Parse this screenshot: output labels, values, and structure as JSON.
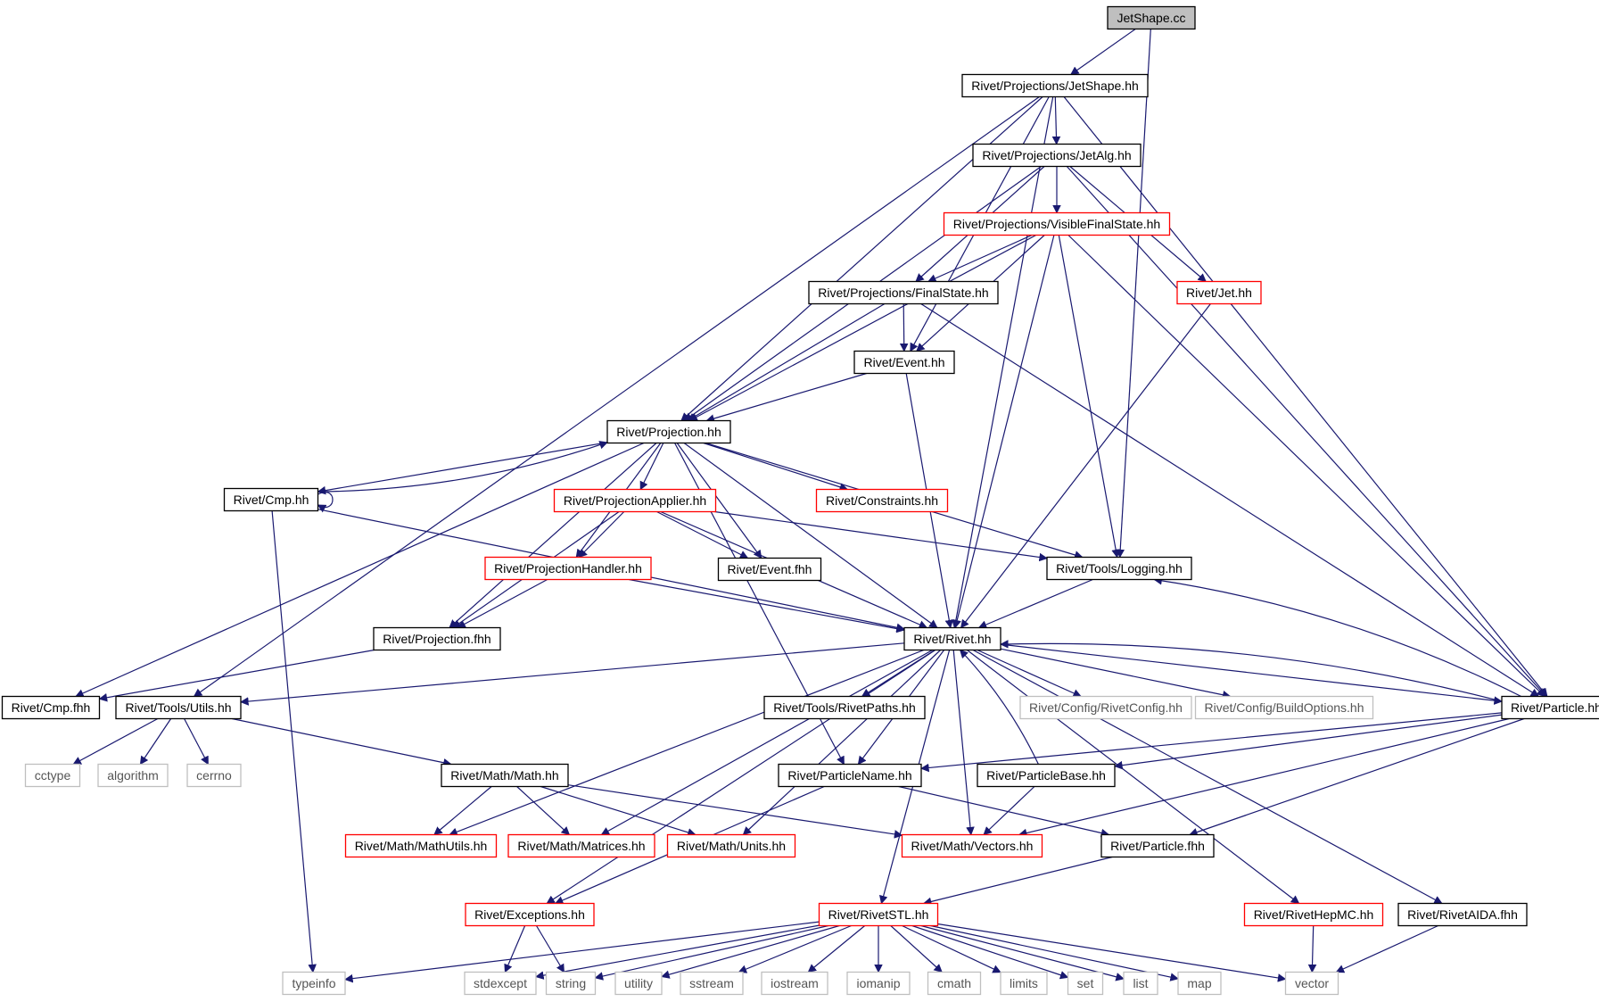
{
  "colors": {
    "edge": "#191970",
    "root_fill": "#bfbfbf",
    "documented_border": "#000000",
    "truncated_border": "#ff0000",
    "external_border": "#bfbfbf",
    "external_text": "#555555"
  },
  "nodes": [
    {
      "id": "jetshape_cc",
      "label": "JetShape.cc",
      "kind": "root"
    },
    {
      "id": "proj_jetshape_hh",
      "label": "Rivet/Projections/JetShape.hh",
      "kind": "documented"
    },
    {
      "id": "proj_jetalg_hh",
      "label": "Rivet/Projections/JetAlg.hh",
      "kind": "documented"
    },
    {
      "id": "proj_visiblefinalstate_hh",
      "label": "Rivet/Projections/VisibleFinalState.hh",
      "kind": "truncated"
    },
    {
      "id": "jet_hh",
      "label": "Rivet/Jet.hh",
      "kind": "truncated"
    },
    {
      "id": "proj_finalstate_hh",
      "label": "Rivet/Projections/FinalState.hh",
      "kind": "documented"
    },
    {
      "id": "event_hh",
      "label": "Rivet/Event.hh",
      "kind": "documented"
    },
    {
      "id": "projection_hh",
      "label": "Rivet/Projection.hh",
      "kind": "documented"
    },
    {
      "id": "cmp_hh",
      "label": "Rivet/Cmp.hh",
      "kind": "documented"
    },
    {
      "id": "projectionapplier_hh",
      "label": "Rivet/ProjectionApplier.hh",
      "kind": "truncated"
    },
    {
      "id": "constraints_hh",
      "label": "Rivet/Constraints.hh",
      "kind": "truncated"
    },
    {
      "id": "projectionhandler_hh",
      "label": "Rivet/ProjectionHandler.hh",
      "kind": "truncated"
    },
    {
      "id": "event_fhh",
      "label": "Rivet/Event.fhh",
      "kind": "documented"
    },
    {
      "id": "tools_logging_hh",
      "label": "Rivet/Tools/Logging.hh",
      "kind": "documented"
    },
    {
      "id": "projection_fhh",
      "label": "Rivet/Projection.fhh",
      "kind": "documented"
    },
    {
      "id": "rivet_hh",
      "label": "Rivet/Rivet.hh",
      "kind": "documented"
    },
    {
      "id": "cmp_fhh",
      "label": "Rivet/Cmp.fhh",
      "kind": "documented"
    },
    {
      "id": "tools_utils_hh",
      "label": "Rivet/Tools/Utils.hh",
      "kind": "documented"
    },
    {
      "id": "tools_rivetpaths_hh",
      "label": "Rivet/Tools/RivetPaths.hh",
      "kind": "documented"
    },
    {
      "id": "config_rivetconfig_hh",
      "label": "Rivet/Config/RivetConfig.hh",
      "kind": "external"
    },
    {
      "id": "config_buildoptions_hh",
      "label": "Rivet/Config/BuildOptions.hh",
      "kind": "external"
    },
    {
      "id": "particle_hh",
      "label": "Rivet/Particle.hh",
      "kind": "documented"
    },
    {
      "id": "cctype",
      "label": "cctype",
      "kind": "external"
    },
    {
      "id": "algorithm",
      "label": "algorithm",
      "kind": "external"
    },
    {
      "id": "cerrno",
      "label": "cerrno",
      "kind": "external"
    },
    {
      "id": "math_math_hh",
      "label": "Rivet/Math/Math.hh",
      "kind": "documented"
    },
    {
      "id": "particlename_hh",
      "label": "Rivet/ParticleName.hh",
      "kind": "documented"
    },
    {
      "id": "particlebase_hh",
      "label": "Rivet/ParticleBase.hh",
      "kind": "documented"
    },
    {
      "id": "math_mathutils_hh",
      "label": "Rivet/Math/MathUtils.hh",
      "kind": "truncated"
    },
    {
      "id": "math_matrices_hh",
      "label": "Rivet/Math/Matrices.hh",
      "kind": "truncated"
    },
    {
      "id": "math_units_hh",
      "label": "Rivet/Math/Units.hh",
      "kind": "truncated"
    },
    {
      "id": "math_vectors_hh",
      "label": "Rivet/Math/Vectors.hh",
      "kind": "truncated"
    },
    {
      "id": "particle_fhh",
      "label": "Rivet/Particle.fhh",
      "kind": "documented"
    },
    {
      "id": "exceptions_hh",
      "label": "Rivet/Exceptions.hh",
      "kind": "truncated"
    },
    {
      "id": "rivetstl_hh",
      "label": "Rivet/RivetSTL.hh",
      "kind": "truncated"
    },
    {
      "id": "rivethepmc_hh",
      "label": "Rivet/RivetHepMC.hh",
      "kind": "truncated"
    },
    {
      "id": "rivetaida_fhh",
      "label": "Rivet/RivetAIDA.fhh",
      "kind": "documented"
    },
    {
      "id": "typeinfo",
      "label": "typeinfo",
      "kind": "external"
    },
    {
      "id": "stdexcept",
      "label": "stdexcept",
      "kind": "external"
    },
    {
      "id": "string",
      "label": "string",
      "kind": "external"
    },
    {
      "id": "utility",
      "label": "utility",
      "kind": "external"
    },
    {
      "id": "sstream",
      "label": "sstream",
      "kind": "external"
    },
    {
      "id": "iostream",
      "label": "iostream",
      "kind": "external"
    },
    {
      "id": "iomanip",
      "label": "iomanip",
      "kind": "external"
    },
    {
      "id": "cmath",
      "label": "cmath",
      "kind": "external"
    },
    {
      "id": "limits",
      "label": "limits",
      "kind": "external"
    },
    {
      "id": "set",
      "label": "set",
      "kind": "external"
    },
    {
      "id": "list",
      "label": "list",
      "kind": "external"
    },
    {
      "id": "map",
      "label": "map",
      "kind": "external"
    },
    {
      "id": "vector",
      "label": "vector",
      "kind": "external"
    }
  ],
  "edges": [
    [
      "jetshape_cc",
      "proj_jetshape_hh"
    ],
    [
      "jetshape_cc",
      "tools_logging_hh"
    ],
    [
      "proj_jetshape_hh",
      "proj_jetalg_hh"
    ],
    [
      "proj_jetshape_hh",
      "projection_hh"
    ],
    [
      "proj_jetshape_hh",
      "tools_utils_hh"
    ],
    [
      "proj_jetshape_hh",
      "event_hh"
    ],
    [
      "proj_jetshape_hh",
      "rivet_hh"
    ],
    [
      "proj_jetshape_hh",
      "particle_hh"
    ],
    [
      "proj_jetalg_hh",
      "proj_visiblefinalstate_hh"
    ],
    [
      "proj_jetalg_hh",
      "jet_hh"
    ],
    [
      "proj_jetalg_hh",
      "proj_finalstate_hh"
    ],
    [
      "proj_jetalg_hh",
      "projection_hh"
    ],
    [
      "proj_jetalg_hh",
      "particle_hh"
    ],
    [
      "proj_visiblefinalstate_hh",
      "proj_finalstate_hh"
    ],
    [
      "proj_visiblefinalstate_hh",
      "event_hh"
    ],
    [
      "proj_visiblefinalstate_hh",
      "projection_hh"
    ],
    [
      "proj_visiblefinalstate_hh",
      "rivet_hh"
    ],
    [
      "proj_visiblefinalstate_hh",
      "tools_logging_hh"
    ],
    [
      "proj_visiblefinalstate_hh",
      "particle_hh"
    ],
    [
      "jet_hh",
      "rivet_hh"
    ],
    [
      "proj_finalstate_hh",
      "event_hh"
    ],
    [
      "proj_finalstate_hh",
      "projection_hh"
    ],
    [
      "proj_finalstate_hh",
      "particle_hh"
    ],
    [
      "event_hh",
      "projection_hh"
    ],
    [
      "event_hh",
      "rivet_hh"
    ],
    [
      "projection_hh",
      "cmp_hh"
    ],
    [
      "projection_hh",
      "projectionapplier_hh"
    ],
    [
      "projection_hh",
      "constraints_hh"
    ],
    [
      "projection_hh",
      "projectionhandler_hh"
    ],
    [
      "projection_hh",
      "event_fhh"
    ],
    [
      "projection_hh",
      "tools_logging_hh"
    ],
    [
      "projection_hh",
      "projection_fhh"
    ],
    [
      "projection_hh",
      "rivet_hh"
    ],
    [
      "projection_hh",
      "cmp_fhh"
    ],
    [
      "projection_hh",
      "particlename_hh"
    ],
    [
      "cmp_hh",
      "projection_hh"
    ],
    [
      "cmp_hh",
      "cmp_hh"
    ],
    [
      "cmp_hh",
      "rivet_hh"
    ],
    [
      "cmp_hh",
      "typeinfo"
    ],
    [
      "projectionapplier_hh",
      "projectionhandler_hh"
    ],
    [
      "projectionapplier_hh",
      "event_fhh"
    ],
    [
      "projectionapplier_hh",
      "tools_logging_hh"
    ],
    [
      "projectionapplier_hh",
      "projection_fhh"
    ],
    [
      "projectionapplier_hh",
      "rivet_hh"
    ],
    [
      "projectionhandler_hh",
      "projection_fhh"
    ],
    [
      "projectionhandler_hh",
      "rivet_hh"
    ],
    [
      "tools_logging_hh",
      "rivet_hh"
    ],
    [
      "projection_fhh",
      "cmp_fhh"
    ],
    [
      "rivet_hh",
      "tools_utils_hh"
    ],
    [
      "rivet_hh",
      "tools_rivetpaths_hh"
    ],
    [
      "rivet_hh",
      "config_rivetconfig_hh"
    ],
    [
      "rivet_hh",
      "config_buildoptions_hh"
    ],
    [
      "rivet_hh",
      "particle_hh"
    ],
    [
      "rivet_hh",
      "particlename_hh"
    ],
    [
      "rivet_hh",
      "math_mathutils_hh"
    ],
    [
      "rivet_hh",
      "math_matrices_hh"
    ],
    [
      "rivet_hh",
      "math_units_hh"
    ],
    [
      "rivet_hh",
      "math_vectors_hh"
    ],
    [
      "rivet_hh",
      "exceptions_hh"
    ],
    [
      "rivet_hh",
      "rivetstl_hh"
    ],
    [
      "rivet_hh",
      "rivethepmc_hh"
    ],
    [
      "rivet_hh",
      "rivetaida_fhh"
    ],
    [
      "particle_hh",
      "rivet_hh"
    ],
    [
      "particle_hh",
      "tools_logging_hh"
    ],
    [
      "particle_hh",
      "particlename_hh"
    ],
    [
      "particle_hh",
      "particlebase_hh"
    ],
    [
      "particle_hh",
      "math_vectors_hh"
    ],
    [
      "particle_hh",
      "particle_fhh"
    ],
    [
      "tools_utils_hh",
      "cctype"
    ],
    [
      "tools_utils_hh",
      "algorithm"
    ],
    [
      "tools_utils_hh",
      "cerrno"
    ],
    [
      "tools_utils_hh",
      "math_math_hh"
    ],
    [
      "math_math_hh",
      "math_mathutils_hh"
    ],
    [
      "math_math_hh",
      "math_matrices_hh"
    ],
    [
      "math_math_hh",
      "math_units_hh"
    ],
    [
      "math_math_hh",
      "math_vectors_hh"
    ],
    [
      "particlename_hh",
      "exceptions_hh"
    ],
    [
      "particlename_hh",
      "particle_fhh"
    ],
    [
      "particlebase_hh",
      "rivet_hh"
    ],
    [
      "particlebase_hh",
      "math_vectors_hh"
    ],
    [
      "particle_fhh",
      "rivetstl_hh"
    ],
    [
      "exceptions_hh",
      "stdexcept"
    ],
    [
      "exceptions_hh",
      "string"
    ],
    [
      "rivetstl_hh",
      "typeinfo"
    ],
    [
      "rivetstl_hh",
      "stdexcept"
    ],
    [
      "rivetstl_hh",
      "string"
    ],
    [
      "rivetstl_hh",
      "utility"
    ],
    [
      "rivetstl_hh",
      "sstream"
    ],
    [
      "rivetstl_hh",
      "iostream"
    ],
    [
      "rivetstl_hh",
      "iomanip"
    ],
    [
      "rivetstl_hh",
      "cmath"
    ],
    [
      "rivetstl_hh",
      "limits"
    ],
    [
      "rivetstl_hh",
      "set"
    ],
    [
      "rivetstl_hh",
      "list"
    ],
    [
      "rivetstl_hh",
      "map"
    ],
    [
      "rivetstl_hh",
      "vector"
    ],
    [
      "rivethepmc_hh",
      "vector"
    ],
    [
      "rivetaida_fhh",
      "vector"
    ]
  ]
}
